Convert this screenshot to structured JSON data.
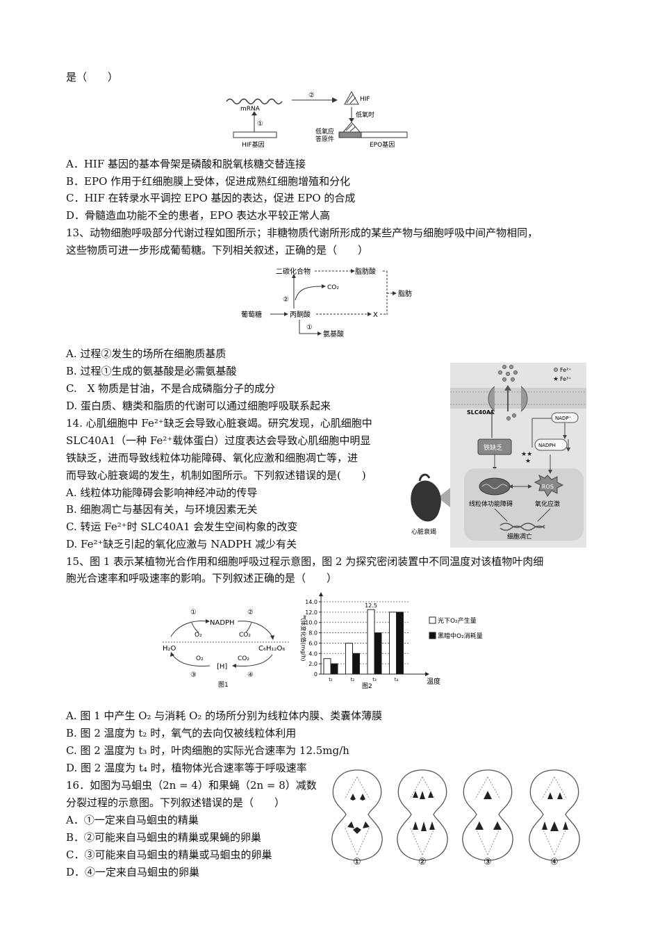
{
  "q12": {
    "stem_tail": "是（　　）",
    "fig": {
      "mrna": "mRNA",
      "step1": "①",
      "step2": "②",
      "hif_gene": "HIF基因",
      "hif": "HIF",
      "hypoxia": "低氧时",
      "element_1": "低氧应",
      "element_2": "答原件",
      "epo_gene": "EPO基因"
    },
    "options": [
      "A．HIF 基因的基本骨架是磷酸和脱氧核糖交替连接",
      "B．EPO 作用于红细胞膜上受体，促进成熟红细胞增殖和分化",
      "C．HIF 在转录水平调控 EPO 基因的表达，促进 EPO 的合成",
      "D．骨髓造血功能不全的患者，EPO 表达水平较正常人高"
    ]
  },
  "q13": {
    "stem": [
      "13、动物细胞呼吸部分代谢过程如图所示；非糖物质代谢所形成的某些产物与细胞呼吸中间产物相同，",
      "这些物质可进一步形成葡萄糖。下列相关叙述，正确的是（　　）"
    ],
    "fig": {
      "glucose": "葡萄糖",
      "pyruvate": "丙酮酸",
      "two_carbon": "二碳化合物",
      "fatty_acid": "脂肪酸",
      "co2": "CO₂",
      "fat": "脂肪",
      "x": "X",
      "amino_acid": "氨基酸",
      "step1": "①",
      "step2": "②"
    },
    "options": [
      "A. 过程②发生的场所在细胞质基质",
      "B. 过程①生成的氨基酸是必需氨基酸",
      "C.　X 物质是甘油，不是合成磷脂分子的成分",
      "D. 蛋白质、糖类和脂质的代谢可以通过细胞呼吸联系起来"
    ]
  },
  "q14": {
    "stem": [
      "14. 心肌细胞中 Fe²⁺缺乏会导致心脏衰竭。研究发现，心肌细胞中",
      "SLC40A1（一种 Fe²⁺载体蛋白）过度表达会导致心肌细胞中明显",
      "铁缺乏，进而导致线粒体功能障碍、氧化应激和细胞凋亡等，进",
      "而导致心脏衰竭的发生，机制如图所示。下列叙述错误的是(　　)"
    ],
    "fig": {
      "fe2": "Fe²⁺",
      "fe3": "Fe³⁺",
      "slc": "SLC40A1",
      "nadp": "NADP⁺",
      "nadph": "NADPH",
      "iron_def": "铁缺乏",
      "ros": "ROS",
      "mito": "线粒体功能障碍",
      "oxi": "氧化应激",
      "apop": "细胞凋亡",
      "heart": "心脏衰竭"
    },
    "options": [
      "A. 线粒体功能障碍会影响神经冲动的传导",
      "B. 细胞凋亡与基因有关，与环境因素无关",
      "C. 转运 Fe²⁺时 SLC40A1 会发生空间构象的改变",
      "D. Fe²⁺缺乏引起的氧化应激与 NADPH 减少有关"
    ]
  },
  "q15": {
    "stem": [
      "15、图 1 表示某植物光合作用和细胞呼吸过程示意图，图 2 为探究密闭装置中不同温度对该植物叶肉细",
      "胞光合速率和呼吸速率的影响。下列叙述正确的是（　　）"
    ],
    "fig1": {
      "c1": "①",
      "c2": "②",
      "c3": "③",
      "c4": "④",
      "nadph": "NADPH",
      "o2a": "O₂",
      "o2b": "O₂",
      "co2a": "CO₂",
      "co2b": "CO₂",
      "h2o": "H₂O",
      "h": "[H]",
      "glucose": "C₆H₁₂O₆",
      "caption": "图1"
    },
    "options": [
      "A. 图 1 中产生 O₂ 与消耗 O₂ 的场所分别为线粒体内膜、类囊体薄膜",
      "B. 图 2 温度为 t₂ 时，氧气的去向仅被线粒体利用",
      "C. 图 2 温度为 t₃ 时，叶肉细胞的实际光合速率为 12.5mg/h",
      "D. 图 2 温度为 t₄ 时，植物体光合速率等于呼吸速率"
    ]
  },
  "chart_data": {
    "type": "bar",
    "categories": [
      "t₁",
      "t₂",
      "t₃",
      "t₄"
    ],
    "series": [
      {
        "name": "光下O₂产生量",
        "values": [
          3,
          6,
          12.5,
          12
        ],
        "color": "#ffffff"
      },
      {
        "name": "黑暗中O₂消耗量",
        "values": [
          2,
          4,
          8,
          12
        ],
        "color": "#111111"
      }
    ],
    "ylabel": "气体变化值(mg/h)",
    "xlabel": "温度",
    "yticks": [
      "0",
      "2.0",
      "4.0",
      "6.0",
      "8.0",
      "10.0",
      "12.0",
      "14.0"
    ],
    "ylim": [
      0,
      14
    ],
    "annotation": "12.5",
    "caption": "图2",
    "grid": "dashed horizontal",
    "legend_position": "right"
  },
  "q16": {
    "stem": [
      "16．如图为马蛔虫（2n = 4）和果蝇（2n = 8）减数",
      "分裂过程的示意图。下列叙述错误的是（　　）"
    ],
    "options": [
      "A．①一定来自马蛔虫的精巢",
      "B．②可能来自马蛔虫的精巢或果蝇的卵巢",
      "C．③可能来自马蛔虫的精巢或马蛔虫的卵巢",
      "D．④一定来自马蛔虫的卵巢"
    ],
    "labels": [
      "①",
      "②",
      "③",
      "④"
    ]
  }
}
